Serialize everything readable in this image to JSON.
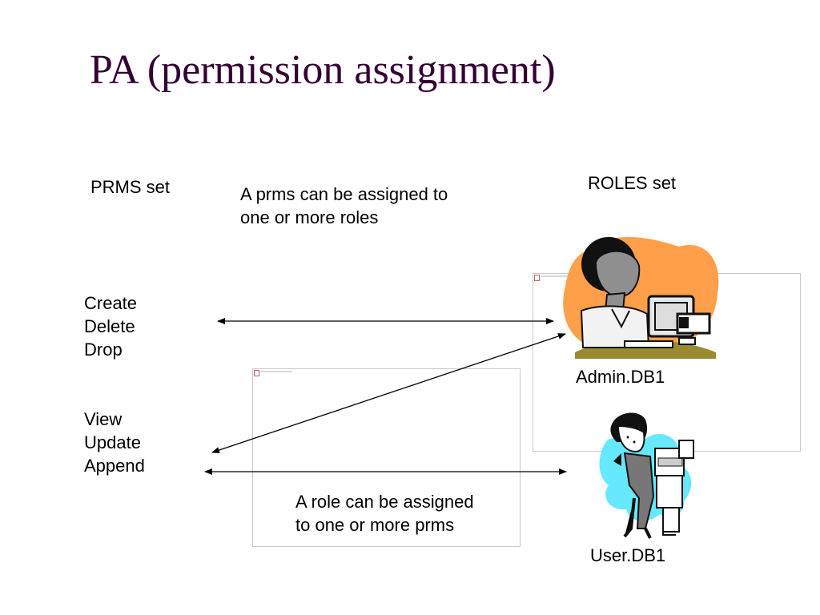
{
  "title": "PA (permission assignment)",
  "prms_set_label": "PRMS set",
  "roles_set_label": "ROLES set",
  "prms_note": [
    "A prms can be assigned to",
    "one or more roles"
  ],
  "role_note": [
    "A role can be assigned",
    "to one or more prms"
  ],
  "permission_groups": [
    [
      "Create",
      "Delete",
      "Drop"
    ],
    [
      "View",
      "Update",
      "Append"
    ]
  ],
  "roles": [
    {
      "name": "Admin.DB1",
      "icon": "admin-at-computer-icon"
    },
    {
      "name": "User.DB1",
      "icon": "user-at-copier-icon"
    }
  ],
  "colors": {
    "title": "#330033",
    "admin_blob": "#ff9f4a",
    "user_blob": "#66e8ff"
  }
}
